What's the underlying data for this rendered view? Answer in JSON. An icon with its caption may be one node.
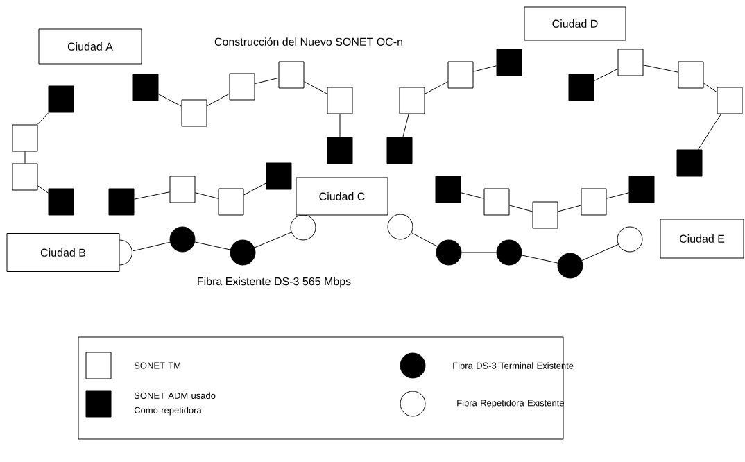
{
  "diagram": {
    "nodes": [
      {
        "text": [
          "Ciudad A"
        ]
      },
      {
        "text": [
          "Ciudad D"
        ]
      },
      {
        "text": [
          "Ciudad C"
        ]
      },
      {
        "text": [
          "Ciudad E"
        ]
      },
      {
        "text": [
          "Ciudad B"
        ]
      },
      {
        "text": [],
        "shape": "box"
      },
      {
        "text": [],
        "shape": "box"
      },
      {
        "text": [],
        "shape": "box"
      },
      {
        "text": [],
        "shape": "box"
      },
      {
        "text": [],
        "shape": "box"
      },
      {
        "text": [],
        "shape": "box"
      },
      {
        "text": [],
        "shape": "box"
      },
      {
        "text": [],
        "shape": "box"
      },
      {
        "text": [],
        "shape": "box"
      },
      {
        "text": [],
        "shape": "box"
      },
      {
        "text": [],
        "shape": "box"
      },
      {
        "text": [],
        "shape": "box"
      },
      {
        "text": [],
        "shape": "box"
      },
      {
        "text": [],
        "shape": "box"
      },
      {
        "text": [],
        "shape": "box"
      },
      {
        "text": [],
        "shape": "box"
      },
      {
        "text": [],
        "shape": "box"
      },
      {
        "text": [],
        "shape": "box"
      },
      {
        "text": [],
        "shape": "box"
      },
      {
        "text": [],
        "shape": "box"
      },
      {
        "text": [],
        "shape": "box"
      },
      {
        "text": [],
        "shape": "box"
      },
      {
        "text": [],
        "shape": "box"
      },
      {
        "text": [],
        "shape": "box"
      },
      {
        "text": [],
        "shape": "box"
      },
      {
        "text": [],
        "shape": "box"
      },
      {
        "text": [],
        "shape": "box"
      },
      {
        "text": [],
        "shape": "box"
      },
      {
        "text": [],
        "shape": "circle"
      },
      {
        "text": [],
        "shape": "circle"
      },
      {
        "text": [],
        "shape": "circle"
      },
      {
        "text": [],
        "shape": "circle"
      },
      {
        "text": [],
        "shape": "circle"
      },
      {
        "text": [],
        "shape": "circle"
      },
      {
        "text": [],
        "shape": "circle"
      },
      {
        "text": [],
        "shape": "circle"
      },
      {
        "text": [],
        "shape": "circle"
      }
    ],
    "edges": [
      {
        "from": 5,
        "to": 6,
        "arrow": "none"
      },
      {
        "from": 6,
        "to": 7,
        "arrow": "none"
      },
      {
        "from": 7,
        "to": 8,
        "arrow": "none"
      },
      {
        "from": 9,
        "to": 10,
        "arrow": "none"
      },
      {
        "from": 10,
        "to": 11,
        "arrow": "none"
      },
      {
        "from": 11,
        "to": 12,
        "arrow": "none"
      },
      {
        "from": 12,
        "to": 13,
        "arrow": "none"
      },
      {
        "from": 13,
        "to": 14,
        "arrow": "none"
      },
      {
        "from": 15,
        "to": 16,
        "arrow": "none"
      },
      {
        "from": 16,
        "to": 17,
        "arrow": "none"
      },
      {
        "from": 17,
        "to": 18,
        "arrow": "none"
      },
      {
        "from": 19,
        "to": 20,
        "arrow": "none"
      },
      {
        "from": 20,
        "to": 21,
        "arrow": "none"
      },
      {
        "from": 21,
        "to": 22,
        "arrow": "none"
      },
      {
        "from": 23,
        "to": 24,
        "arrow": "none"
      },
      {
        "from": 24,
        "to": 25,
        "arrow": "none"
      },
      {
        "from": 25,
        "to": 26,
        "arrow": "none"
      },
      {
        "from": 26,
        "to": 27,
        "arrow": "none"
      },
      {
        "from": 28,
        "to": 29,
        "arrow": "none"
      },
      {
        "from": 29,
        "to": 30,
        "arrow": "none"
      },
      {
        "from": 30,
        "to": 31,
        "arrow": "none"
      },
      {
        "from": 31,
        "to": 32,
        "arrow": "none"
      },
      {
        "from": 33,
        "to": 34,
        "arrow": "none"
      },
      {
        "from": 34,
        "to": 35,
        "arrow": "none"
      },
      {
        "from": 35,
        "to": 36,
        "arrow": "none"
      },
      {
        "from": 37,
        "to": 38,
        "arrow": "none"
      },
      {
        "from": 38,
        "to": 39,
        "arrow": "none"
      },
      {
        "from": 39,
        "to": 40,
        "arrow": "none"
      },
      {
        "from": 40,
        "to": 41,
        "arrow": "none"
      }
    ],
    "labels": [
      "Construcción del Nuevo SONET OC-n",
      "Fibra Existente DS-3 565 Mbps"
    ],
    "legend": [
      {
        "text": "SONET TM"
      },
      {
        "text": "Fibra DS-3 Terminal Existente"
      },
      {
        "text": "SONET ADM usado Como repetidora"
      },
      {
        "text": "Fibra Repetidora Existente"
      }
    ]
  }
}
